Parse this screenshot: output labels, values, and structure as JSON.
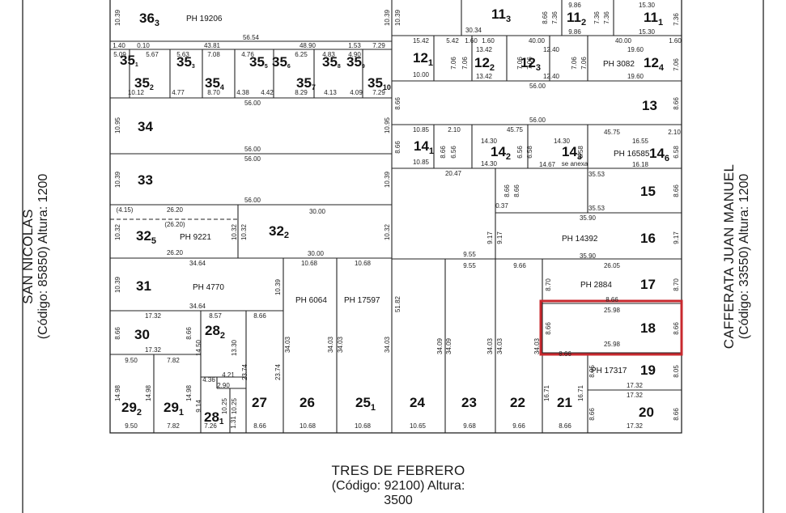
{
  "streets": {
    "left": {
      "name": "SAN NICOLAS",
      "code": "(Código: 85850) Altura: 1200"
    },
    "right": {
      "name": "CAFFERATA JUAN MANUEL",
      "code": "(Código: 33550) Altura: 1200"
    },
    "bottom": {
      "name": "TRES DE FEBRERO",
      "code": "(Código: 92100) Altura: 3500"
    }
  },
  "highlight": {
    "lot": "18",
    "color": "#c8282e"
  },
  "lots": [
    {
      "id": "36",
      "sub": "3",
      "ph": "PH 19206"
    },
    {
      "id": "35",
      "sub": "2"
    },
    {
      "id": "35",
      "sub": "4"
    },
    {
      "id": "35",
      "sub": "7"
    },
    {
      "id": "35",
      "sub": "10"
    },
    {
      "id": "35",
      "sub": "1"
    },
    {
      "id": "35",
      "sub": "3"
    },
    {
      "id": "35",
      "sub": "5"
    },
    {
      "id": "35",
      "sub": "6"
    },
    {
      "id": "35",
      "sub": "8"
    },
    {
      "id": "35",
      "sub": "9"
    },
    {
      "id": "34",
      "sub": ""
    },
    {
      "id": "33",
      "sub": ""
    },
    {
      "id": "32",
      "sub": "5",
      "ph": "PH 9221"
    },
    {
      "id": "32",
      "sub": "2"
    },
    {
      "id": "31",
      "sub": "",
      "ph": "PH 4770"
    },
    {
      "id": "30",
      "sub": ""
    },
    {
      "id": "28",
      "sub": "2"
    },
    {
      "id": "28",
      "sub": "1"
    },
    {
      "id": "29",
      "sub": "2"
    },
    {
      "id": "29",
      "sub": "1"
    },
    {
      "id": "27",
      "sub": ""
    },
    {
      "id": "26",
      "sub": "",
      "ph": "PH 6064"
    },
    {
      "id": "25",
      "sub": "1",
      "ph": "PH 17597"
    },
    {
      "id": "24",
      "sub": ""
    },
    {
      "id": "23",
      "sub": ""
    },
    {
      "id": "22",
      "sub": ""
    },
    {
      "id": "21",
      "sub": ""
    },
    {
      "id": "20",
      "sub": ""
    },
    {
      "id": "19",
      "sub": "",
      "ph": "PH 17317"
    },
    {
      "id": "18",
      "sub": ""
    },
    {
      "id": "17",
      "sub": "",
      "ph": "PH 2884"
    },
    {
      "id": "16",
      "sub": "",
      "ph": "PH 14392"
    },
    {
      "id": "15",
      "sub": ""
    },
    {
      "id": "14",
      "sub": "1"
    },
    {
      "id": "14",
      "sub": "2"
    },
    {
      "id": "14",
      "sub": "3"
    },
    {
      "id": "14",
      "sub": "6",
      "ph": "PH 16585"
    },
    {
      "id": "13",
      "sub": ""
    },
    {
      "id": "12",
      "sub": "1"
    },
    {
      "id": "12",
      "sub": "2"
    },
    {
      "id": "12",
      "sub": "3"
    },
    {
      "id": "12",
      "sub": "4",
      "ph": "PH 3082"
    },
    {
      "id": "11",
      "sub": "3"
    },
    {
      "id": "11",
      "sub": "2"
    },
    {
      "id": "11",
      "sub": "1"
    }
  ],
  "dims": {
    "d56_54": "56.54",
    "d48_90": "48.90",
    "d43_81": "43.81",
    "d56_00": "56.00",
    "d30_34": "30.34",
    "d9_86": "9.86",
    "d15_30": "15.30",
    "d15_42": "15.42",
    "d13_42": "13.42",
    "d12_40": "12.40",
    "d19_60": "19.60",
    "d10_00": "10.00",
    "d40_00": "40.00",
    "d10_85": "10.85",
    "d14_30": "14.30",
    "d16_55": "16.55",
    "d16_18": "16.18",
    "d14_67": "14.67",
    "d45_75": "45.75",
    "d20_47": "20.47",
    "d35_53": "35.53",
    "d35_90": "35.90",
    "d26_20": "26.20",
    "d30_00": "30.00",
    "d9_55": "9.55",
    "d9_66": "9.66",
    "d26_05": "26.05",
    "d34_64": "34.64",
    "d10_68": "10.68",
    "d25_98": "25.98",
    "d17_32": "17.32",
    "d8_57": "8.57",
    "d8_66": "8.66",
    "d9_50": "9.50",
    "d7_82": "7.82",
    "d7_26": "7.26",
    "d10_65": "10.65",
    "d9_68": "9.68",
    "d10_39": "10.39",
    "d10_95": "10.95",
    "d10_32": "10.32",
    "d8_70": "8.70",
    "d9_17": "9.17",
    "d0_37": "0.37",
    "d51_82": "51.82",
    "d34_09": "34.09",
    "d34_03": "34.03",
    "d23_74": "23.74",
    "d14_98": "14.98",
    "d14_50": "14.50",
    "d13_30": "13.30",
    "d16_71": "16.71",
    "d8_05": "8.05",
    "d6_56": "6.56",
    "d6_58": "6.58",
    "d7_06": "7.06",
    "d7_36": "7.36",
    "d10_12": "10.12",
    "d4_77": "4.77",
    "d8_70b": "8.70",
    "d8_29": "8.29",
    "d4_09": "4.09",
    "d7_29": "7.29",
    "d7_08": "7.08",
    "d6_25": "6.25",
    "d4_76": "4.76",
    "d4_83": "4.83",
    "d4_90": "4.90",
    "d1_53": "1.53",
    "d1_40": "1.40",
    "d1_60": "1.60",
    "d5_42": "5.42",
    "d2_10": "2.10",
    "d4_15": "(4.15)",
    "d26_20p": "(26.20)",
    "d9_14": "9.14",
    "d10_25": "10.25",
    "d4_36": "4.36",
    "d2_90": "2.90",
    "d4_21": "4.21",
    "d1_31": "1.31",
    "d5_67": "5.67",
    "d5_63": "5.63",
    "d4_38": "4.38",
    "d4_42": "4.42",
    "d4_13": "4.13",
    "d5_09": "5.09",
    "d0_10": "0.10",
    "sa_anexa": "se anexa"
  }
}
